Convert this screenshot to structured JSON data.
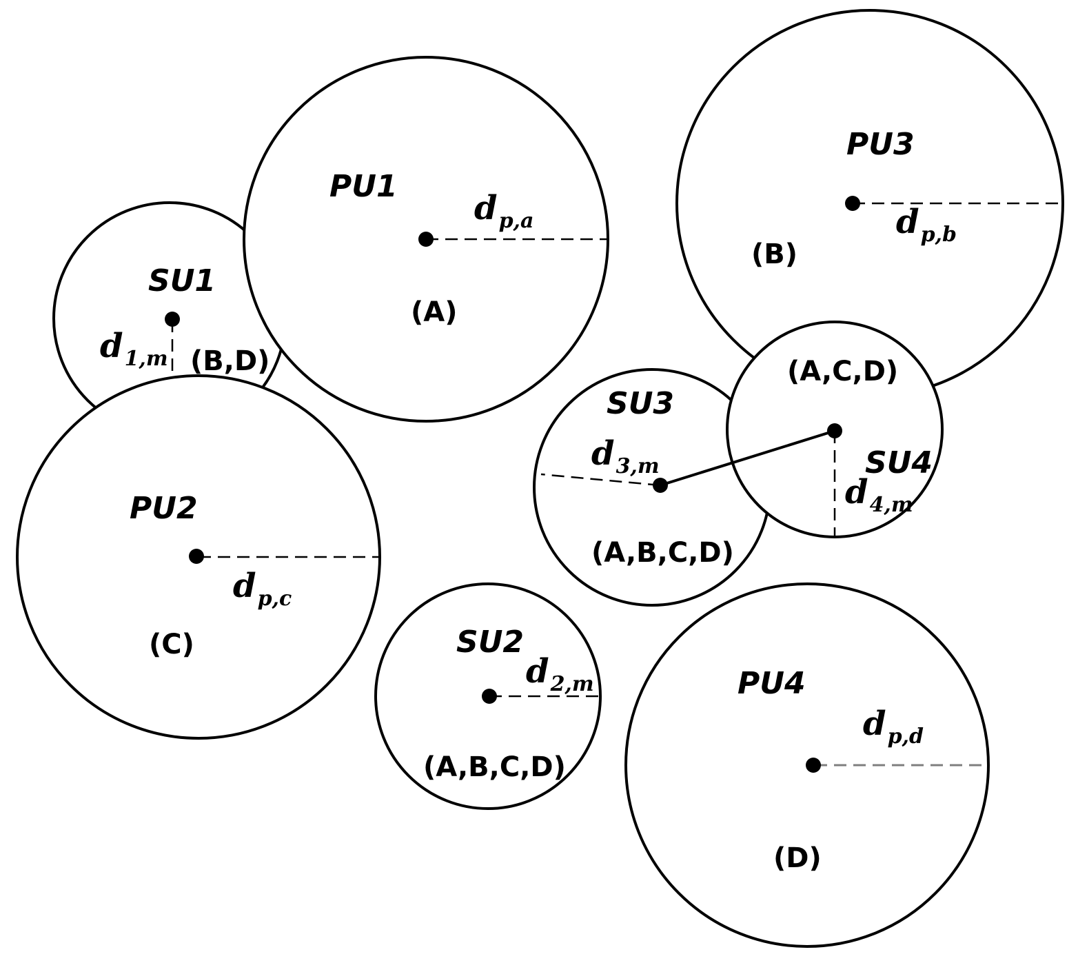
{
  "units": {
    "pu1": {
      "name": "PU1",
      "channels": "(A)",
      "dist_main": "d",
      "dist_sub": "p,a"
    },
    "pu2": {
      "name": "PU2",
      "channels": "(C)",
      "dist_main": "d",
      "dist_sub": "p,c"
    },
    "pu3": {
      "name": "PU3",
      "channels": "(B)",
      "dist_main": "d",
      "dist_sub": "p,b"
    },
    "pu4": {
      "name": "PU4",
      "channels": "(D)",
      "dist_main": "d",
      "dist_sub": "p,d"
    },
    "su1": {
      "name": "SU1",
      "channels": "(B,D)",
      "dist_main": "d",
      "dist_sub": "1,m"
    },
    "su2": {
      "name": "SU2",
      "channels": "(A,B,C,D)",
      "dist_main": "d",
      "dist_sub": "2,m"
    },
    "su3": {
      "name": "SU3",
      "channels": "(A,B,C,D)",
      "dist_main": "d",
      "dist_sub": "3,m"
    },
    "su4": {
      "name": "SU4",
      "channels": "(A,C,D)",
      "dist_main": "d",
      "dist_sub": "4,m"
    }
  },
  "colors": {
    "stroke": "#000000",
    "background": "#ffffff",
    "pu4_radius_line": "#7f7f7f"
  }
}
